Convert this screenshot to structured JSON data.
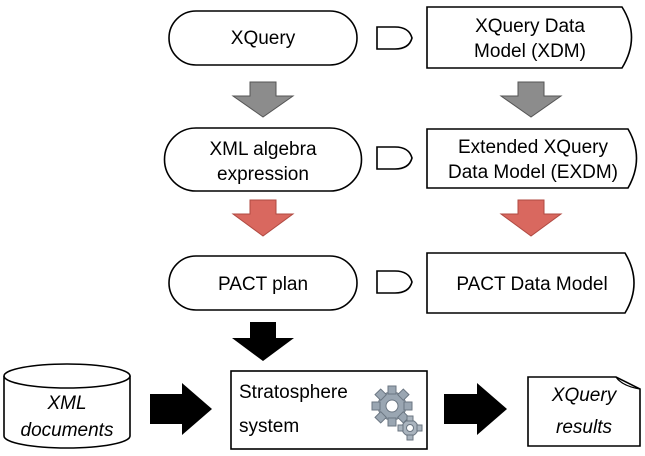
{
  "diagram": {
    "rows": [
      {
        "process": {
          "lines": [
            "XQuery"
          ]
        },
        "model": {
          "lines": [
            "XQuery Data",
            "Model (XDM)"
          ]
        }
      },
      {
        "process": {
          "lines": [
            "XML algebra",
            "expression"
          ]
        },
        "model": {
          "lines": [
            "Extended XQuery",
            "Data Model (EXDM)"
          ]
        }
      },
      {
        "process": {
          "lines": [
            "PACT plan"
          ]
        },
        "model": {
          "lines": [
            "PACT Data Model"
          ]
        }
      }
    ],
    "inputs": {
      "lines": [
        "XML",
        "documents"
      ]
    },
    "engine": {
      "lines": [
        "Stratosphere",
        "system"
      ]
    },
    "outputs": {
      "lines": [
        "XQuery",
        "results"
      ]
    }
  },
  "colors": {
    "arrow_gray": "#8c8c8c",
    "arrow_red": "#d9685f",
    "arrow_black": "#000000",
    "gear": "#9aa6b2"
  },
  "icons": {
    "gears": "gears-icon"
  }
}
